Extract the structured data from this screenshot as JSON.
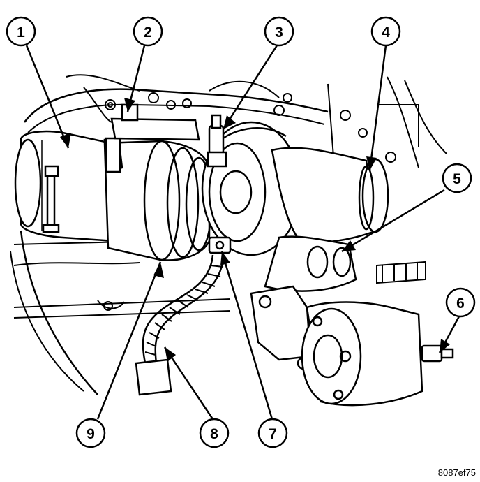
{
  "figure": {
    "code": "8087ef75",
    "line_color": "#000000",
    "background": "#ffffff"
  },
  "callouts": [
    {
      "number": "1"
    },
    {
      "number": "2"
    },
    {
      "number": "3"
    },
    {
      "number": "4"
    },
    {
      "number": "5"
    },
    {
      "number": "6"
    },
    {
      "number": "7"
    },
    {
      "number": "8"
    },
    {
      "number": "9"
    }
  ]
}
